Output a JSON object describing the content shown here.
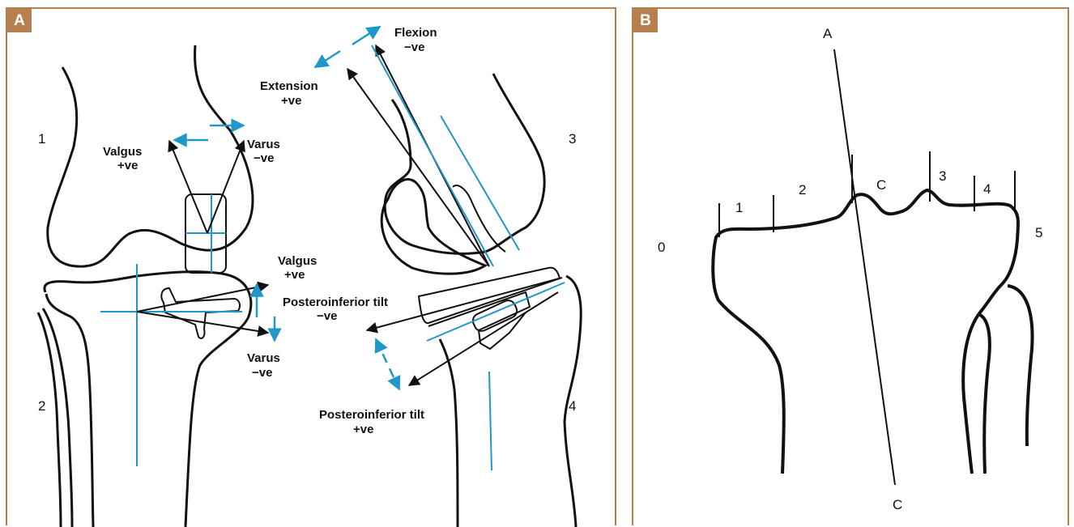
{
  "panel_a": {
    "badge": "A",
    "region_labels": [
      "1",
      "2",
      "3",
      "4"
    ],
    "valgus_top": [
      "Valgus",
      "+ve"
    ],
    "varus_top": [
      "Varus",
      "−ve"
    ],
    "valgus_mid": [
      "Valgus",
      "+ve"
    ],
    "varus_mid": [
      "Varus",
      "−ve"
    ],
    "flexion": [
      "Flexion",
      "−ve"
    ],
    "extension": [
      "Extension",
      "+ve"
    ],
    "posteroinferior_neg": [
      "Posteroinferior tilt",
      "−ve"
    ],
    "posteroinferior_pos": [
      "Posteroinferior tilt",
      "+ve"
    ]
  },
  "panel_b": {
    "badge": "B",
    "zone_labels": [
      "0",
      "1",
      "2",
      "C",
      "3",
      "4",
      "5"
    ],
    "axis_top": "A",
    "axis_bottom": "C"
  },
  "colors": {
    "frame": "#b5804e",
    "accent": "#1e98c8",
    "line": "#111111"
  }
}
